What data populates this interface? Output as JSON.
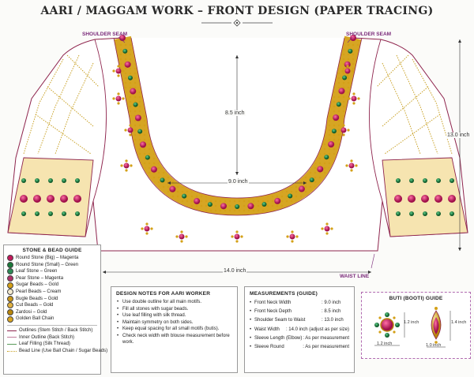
{
  "title": "AARI / MAGGAM WORK – FRONT DESIGN (PAPER TRACING)",
  "labels": {
    "shoulder_seam_left": "SHOULDER SEAM",
    "shoulder_seam_right": "SHOULDER SEAM",
    "waist_line": "WAIST LINE"
  },
  "measure_marks": {
    "neck_depth": "8.5 inch",
    "neck_width": "9.0 inch",
    "total_height": "13.0 inch",
    "waist_width": "14.0 inch"
  },
  "stone_guide": {
    "title": "STONE & BEAD GUIDE",
    "items": [
      {
        "label": "Round Stone (Big) – Magenta",
        "color": "#c2185b"
      },
      {
        "label": "Round Stone (Small) – Green",
        "color": "#1b7a3a"
      },
      {
        "label": "Leaf Stone – Green",
        "color": "#2e8b57"
      },
      {
        "label": "Pear Stone – Magenta",
        "color": "#b0306a"
      },
      {
        "label": "Sugar Beads – Gold",
        "color": "#d4a017"
      },
      {
        "label": "Pearl Beads – Cream",
        "color": "#f3ead0"
      },
      {
        "label": "Bugle Beads – Gold",
        "color": "#c9961a"
      },
      {
        "label": "Cut Beads – Gold",
        "color": "#e0b040"
      },
      {
        "label": "Zardosi – Gold",
        "color": "#b8860b"
      },
      {
        "label": "Golden Ball Chain",
        "color": "#daa520"
      }
    ],
    "lines": [
      {
        "label": "Outlines (Stem Stitch / Back Stitch)",
        "color": "#8e244d",
        "style": "solid"
      },
      {
        "label": "Inner Outline (Back Stitch)",
        "color": "#c07a9a",
        "style": "solid"
      },
      {
        "label": "Leaf Filling (Silk Thread)",
        "color": "#5a9a5a",
        "style": "solid"
      },
      {
        "label": "Bead Line (Use Ball Chain / Sugar Beads)",
        "color": "#c9a227",
        "style": "dotted"
      }
    ]
  },
  "design_notes": {
    "title": "DESIGN NOTES FOR AARI WORKER",
    "items": [
      "Use double outline for all main motifs.",
      "Fill all stones with sugar beads.",
      "Use leaf filling with silk thread.",
      "Maintain symmetry on both sides.",
      "Keep equal spacing for all small motifs (butis).",
      "Check neck width with blouse measurement before work."
    ]
  },
  "measurements": {
    "title": "MEASUREMENTS (GUIDE)",
    "rows": [
      {
        "label": "Front Neck Width",
        "value": ":  9.0 inch"
      },
      {
        "label": "Front Neck Depth",
        "value": ":  8.5 inch"
      },
      {
        "label": "Shoulder Seam to Waist",
        "value": ":  13.0 inch"
      },
      {
        "label": "Waist Width",
        "value": ":  14.0 inch (adjust as per size)"
      },
      {
        "label": "Sleeve Length (Elbow)",
        "value": ":  As per measurement"
      },
      {
        "label": "Sleeve Round",
        "value": ":  As per measurement"
      }
    ]
  },
  "buti_guide": {
    "title": "BUTI (BOOTI) GUIDE",
    "dims": {
      "buti1_height": "1.2 inch",
      "buti1_width": "1.2 inch",
      "buti2_height": "1.4 inch",
      "buti2_width": "1.0 inch"
    }
  },
  "colors": {
    "magenta": "#c2185b",
    "green": "#1b7a3a",
    "gold": "#d4a017",
    "outline": "#8e244d"
  }
}
